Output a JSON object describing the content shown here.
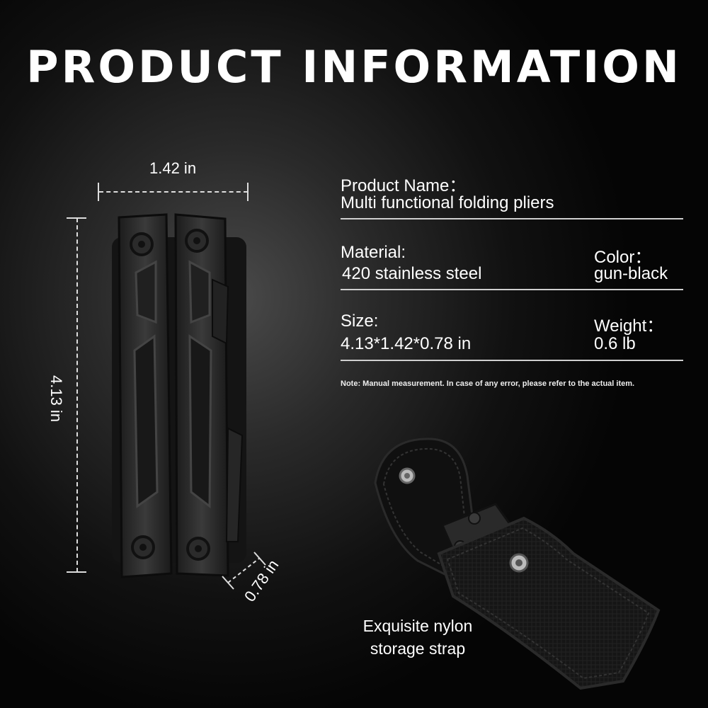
{
  "title": "PRODUCT INFORMATION",
  "dimensions": {
    "width": "1.42 in",
    "height": "4.13 in",
    "depth": "0.78 in"
  },
  "info": {
    "product_name_label": "Product Name：",
    "product_name_value": "Multi functional folding pliers",
    "material_label": "Material:",
    "material_value": "420 stainless steel",
    "color_label": "Color：",
    "color_value": "gun-black",
    "size_label": "Size:",
    "size_value": "4.13*1.42*0.78 in",
    "weight_label": "Weight：",
    "weight_value": "0.6 lb"
  },
  "note": "Note: Manual measurement. In case of any error, please refer to the actual item.",
  "caption_line1": "Exquisite nylon",
  "caption_line2": "storage strap",
  "icons": [
    "multitool-image",
    "nylon-pouch-image"
  ]
}
